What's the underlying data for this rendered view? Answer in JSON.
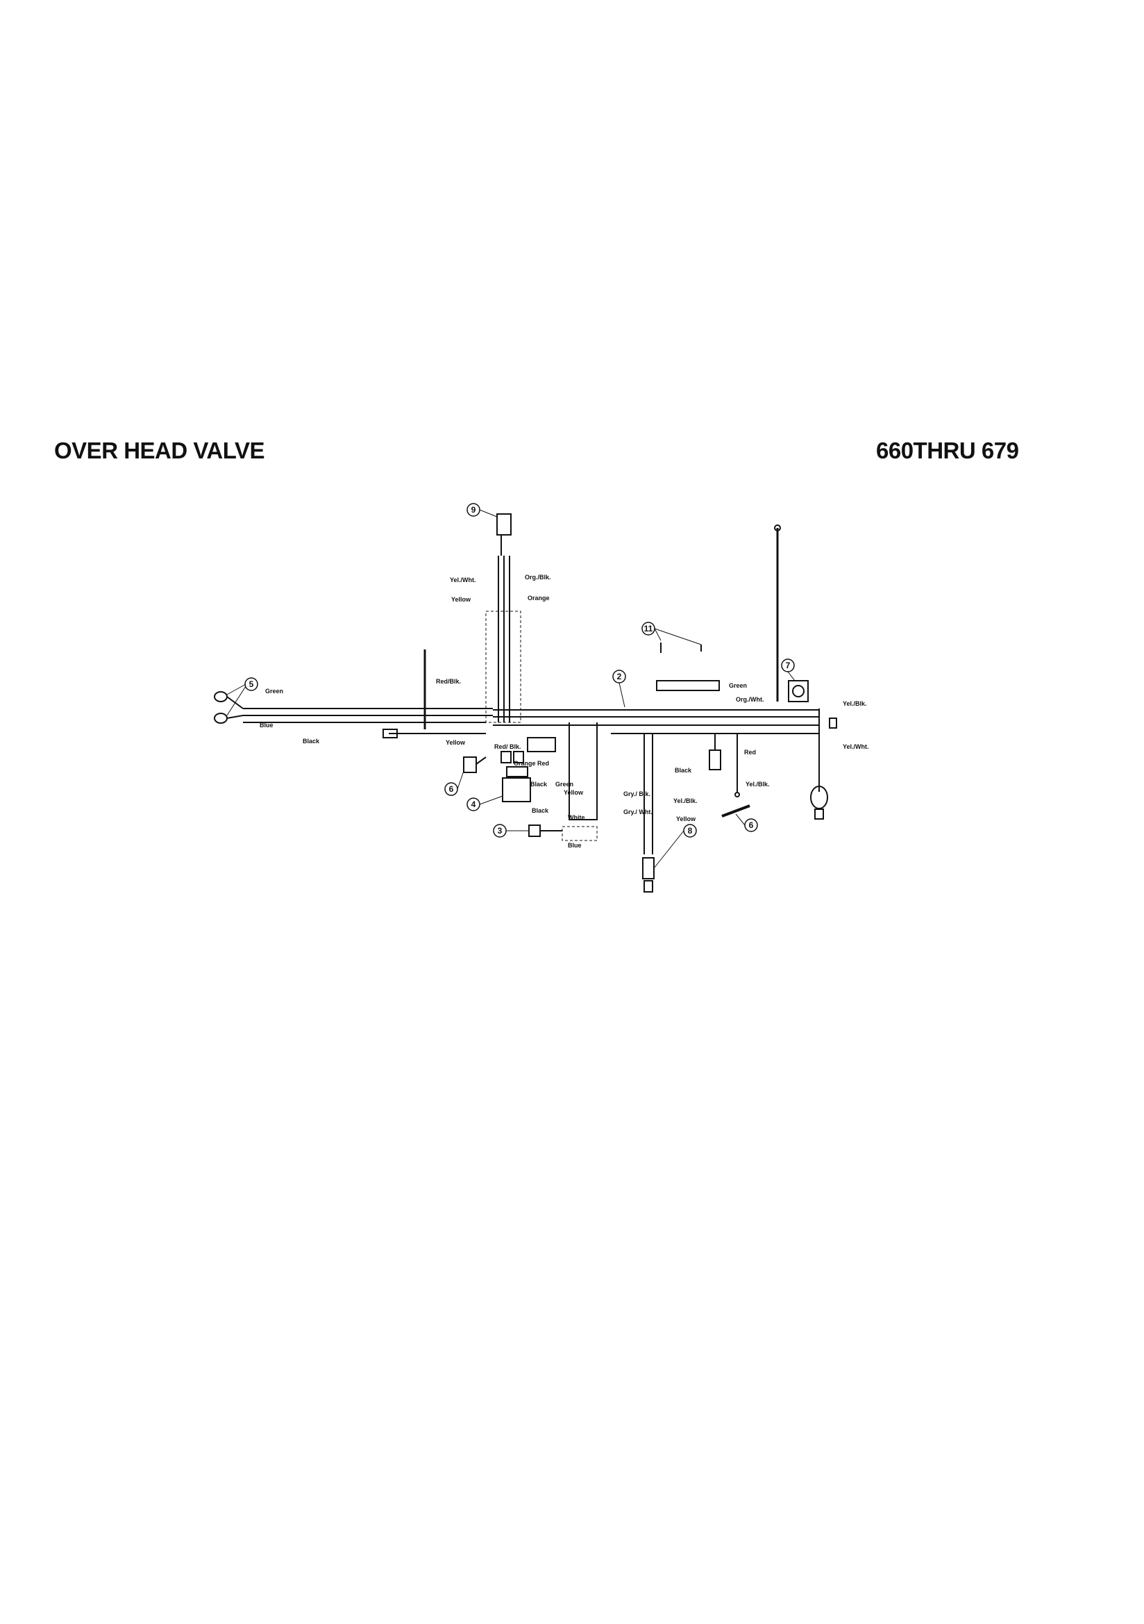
{
  "header": {
    "title": "OVER HEAD VALVE",
    "model_range": "660THRU 679"
  },
  "wire_labels": {
    "yel_wht_top": "Yel./Wht.",
    "org_blk": "Org./Blk.",
    "yellow_top": "Yellow",
    "orange_top": "Orange",
    "green_left": "Green",
    "blue_left": "Blue",
    "black_left": "Black",
    "red_blk": "Red/Blk.",
    "yellow_mid": "Yellow",
    "red_blk_mid": "Red/\nBlk.",
    "orange_red": "Orange  Red",
    "black_mid": "Black",
    "green_mid": "Green",
    "yellow_mid2": "Yellow",
    "black_low": "Black",
    "white": "White",
    "blue_low": "Blue",
    "gry_blk": "Gry./\nBlk.",
    "gry_wht": "Gry./\nWht.",
    "yel_blk_low": "Yel./Blk.",
    "yellow_low": "Yellow",
    "green_right": "Green",
    "org_wht": "Org./Wht.",
    "red_right": "Red",
    "black_right": "Black",
    "yel_blk_right_low": "Yel./Blk.",
    "yel_blk_far": "Yel./Blk.",
    "yel_wht_far": "Yel./Wht."
  },
  "callouts": [
    "9",
    "11",
    "2",
    "5",
    "7",
    "6",
    "4",
    "3",
    "8",
    "6"
  ]
}
